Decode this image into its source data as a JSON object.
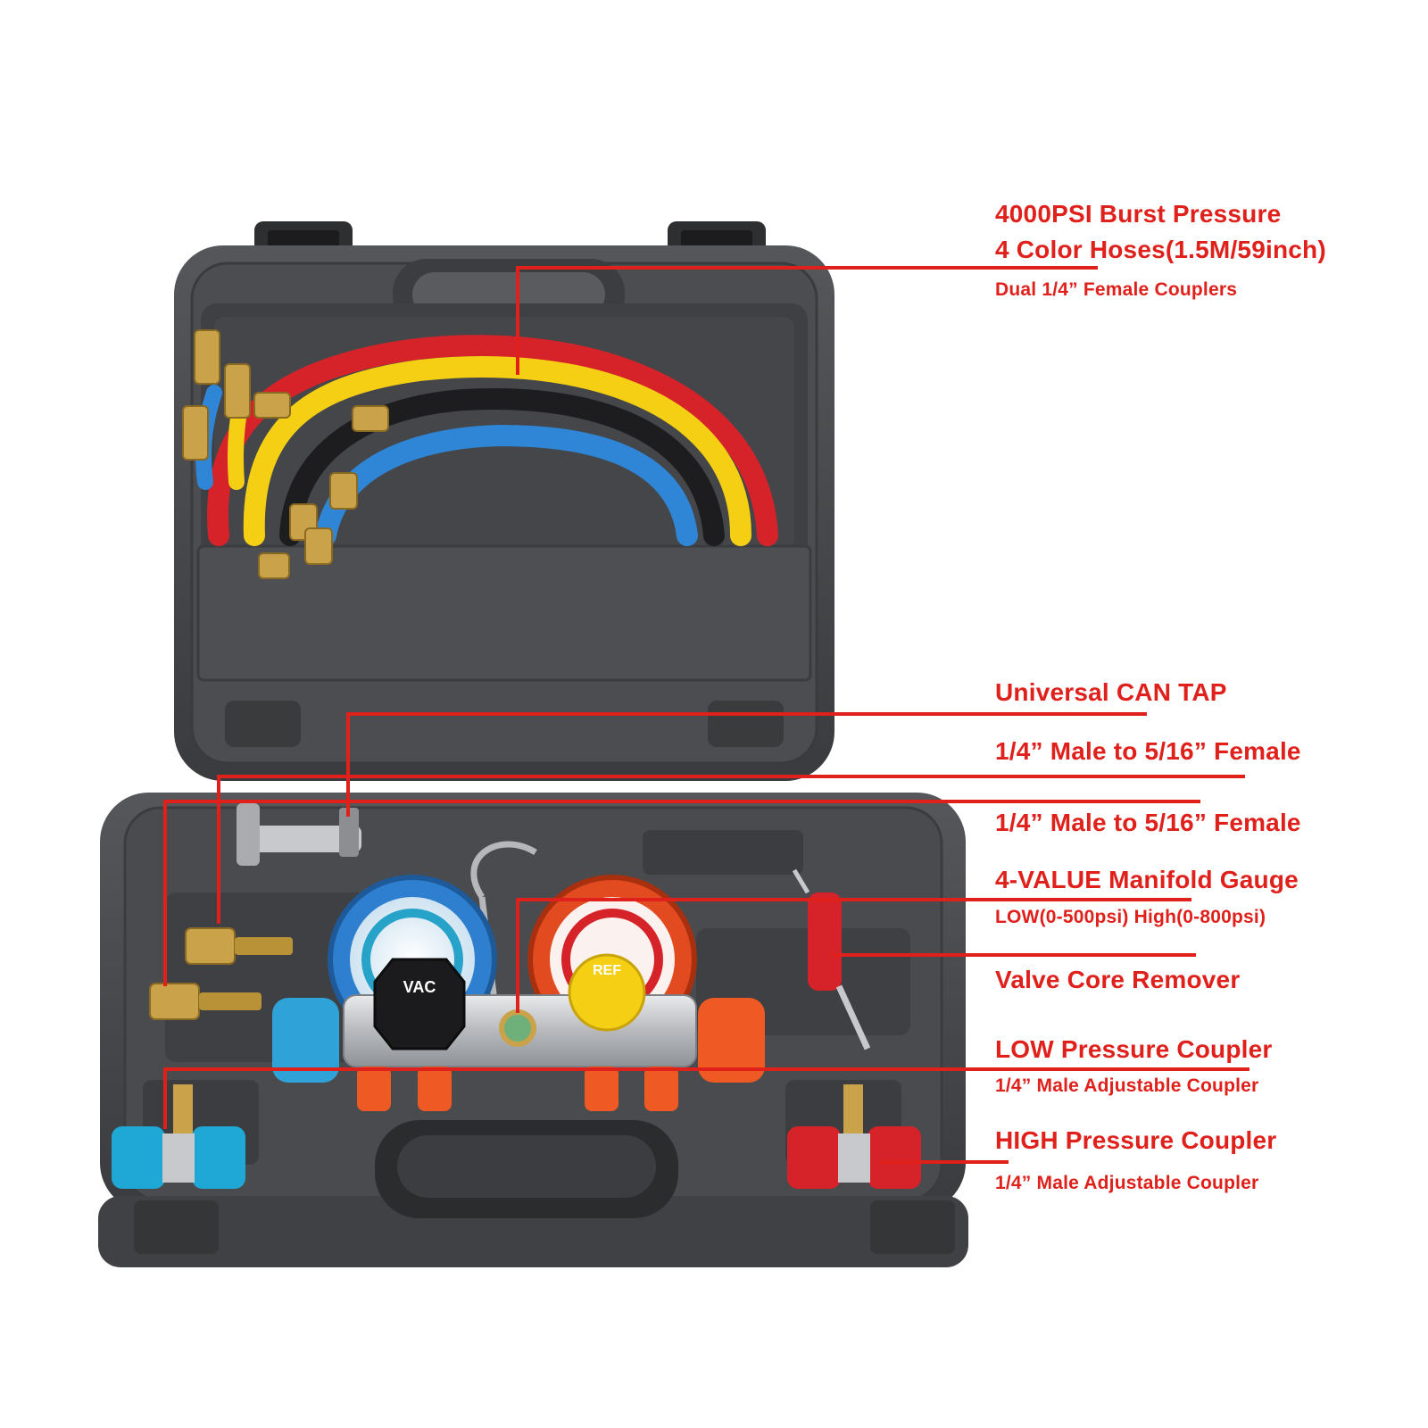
{
  "colors": {
    "accent": "#e0201b",
    "case": "#47484b",
    "hose_yellow": "#f4cf14",
    "hose_red": "#d6232a",
    "hose_blue": "#2f86d6",
    "hose_black": "#1d1d1f",
    "brass": "#c9a24a"
  },
  "gauge_low": {
    "knob_text": "VAC"
  },
  "gauge_high": {
    "knob_text": "REF"
  },
  "callouts": [
    {
      "title": "4000PSI Burst Pressure"
    },
    {
      "title": "4 Color Hoses(1.5M/59inch)",
      "subtitle": "Dual 1/4” Female  Couplers"
    },
    {
      "title": "Universal CAN TAP"
    },
    {
      "title": "1/4” Male to 5/16” Female"
    },
    {
      "title": "1/4” Male to 5/16” Female"
    },
    {
      "title": "4-VALUE Manifold Gauge",
      "subtitle": "LOW(0-500psi) High(0-800psi)"
    },
    {
      "title": "Valve Core Remover"
    },
    {
      "title": "LOW Pressure Coupler",
      "subtitle": "1/4” Male Adjustable Coupler"
    },
    {
      "title": "HIGH Pressure Coupler",
      "subtitle": "1/4” Male Adjustable Coupler"
    }
  ]
}
